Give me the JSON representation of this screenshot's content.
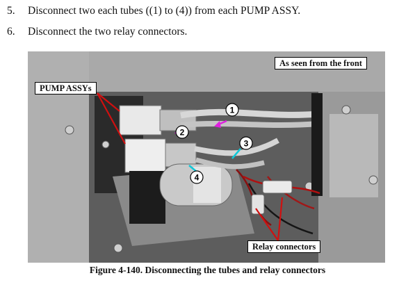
{
  "steps": [
    {
      "number": "5.",
      "text": "Disconnect two each tubes ((1) to (4)) from each PUMP ASSY."
    },
    {
      "number": "6.",
      "text": "Disconnect the two relay connectors."
    }
  ],
  "figure": {
    "view_label": "As seen from the front",
    "pump_label": "PUMP ASSYs",
    "relay_label": "Relay connectors",
    "markers": [
      "1",
      "2",
      "3",
      "4"
    ],
    "caption": "Figure 4-140.  Disconnecting the tubes and relay connectors",
    "arrow_colors": {
      "callout": "#d01010",
      "tube_1_2": "#e020e0",
      "tube_3_4": "#10c8d8"
    }
  }
}
